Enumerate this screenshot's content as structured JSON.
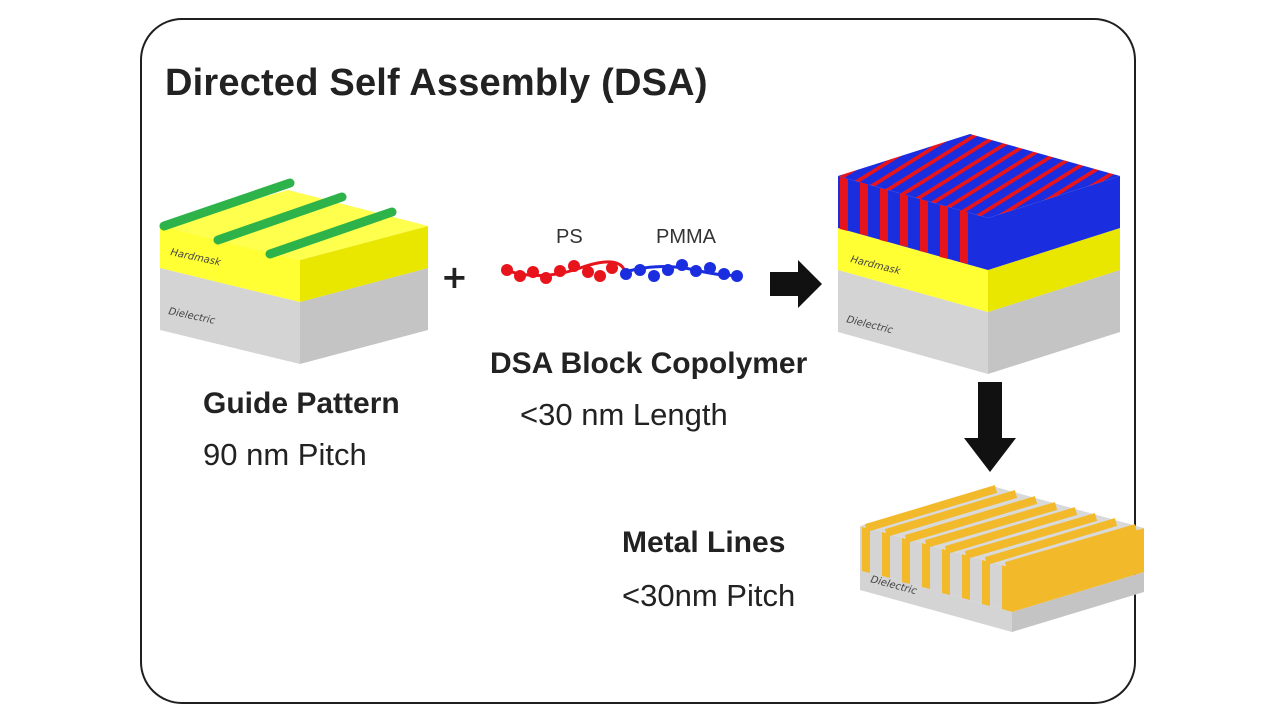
{
  "title": "Directed Self Assembly (DSA)",
  "guide_pattern": {
    "label": "Guide Pattern",
    "pitch": "90 nm Pitch"
  },
  "copolymer": {
    "ps_label": "PS",
    "pmma_label": "PMMA",
    "label": "DSA Block Copolymer",
    "length": "<30 nm Length"
  },
  "metal_lines": {
    "label": "Metal Lines",
    "pitch": "<30nm Pitch"
  },
  "layers": {
    "hardmask": "Hardmask",
    "dielectric": "Dielectric"
  },
  "operators": {
    "plus": "+"
  },
  "colors": {
    "hardmask": "#ffff33",
    "dielectric": "#d4d4d4",
    "guide": "#2db34a",
    "ps": "#e8141c",
    "pmma": "#1a2ee0",
    "metal": "#f2b92a"
  }
}
